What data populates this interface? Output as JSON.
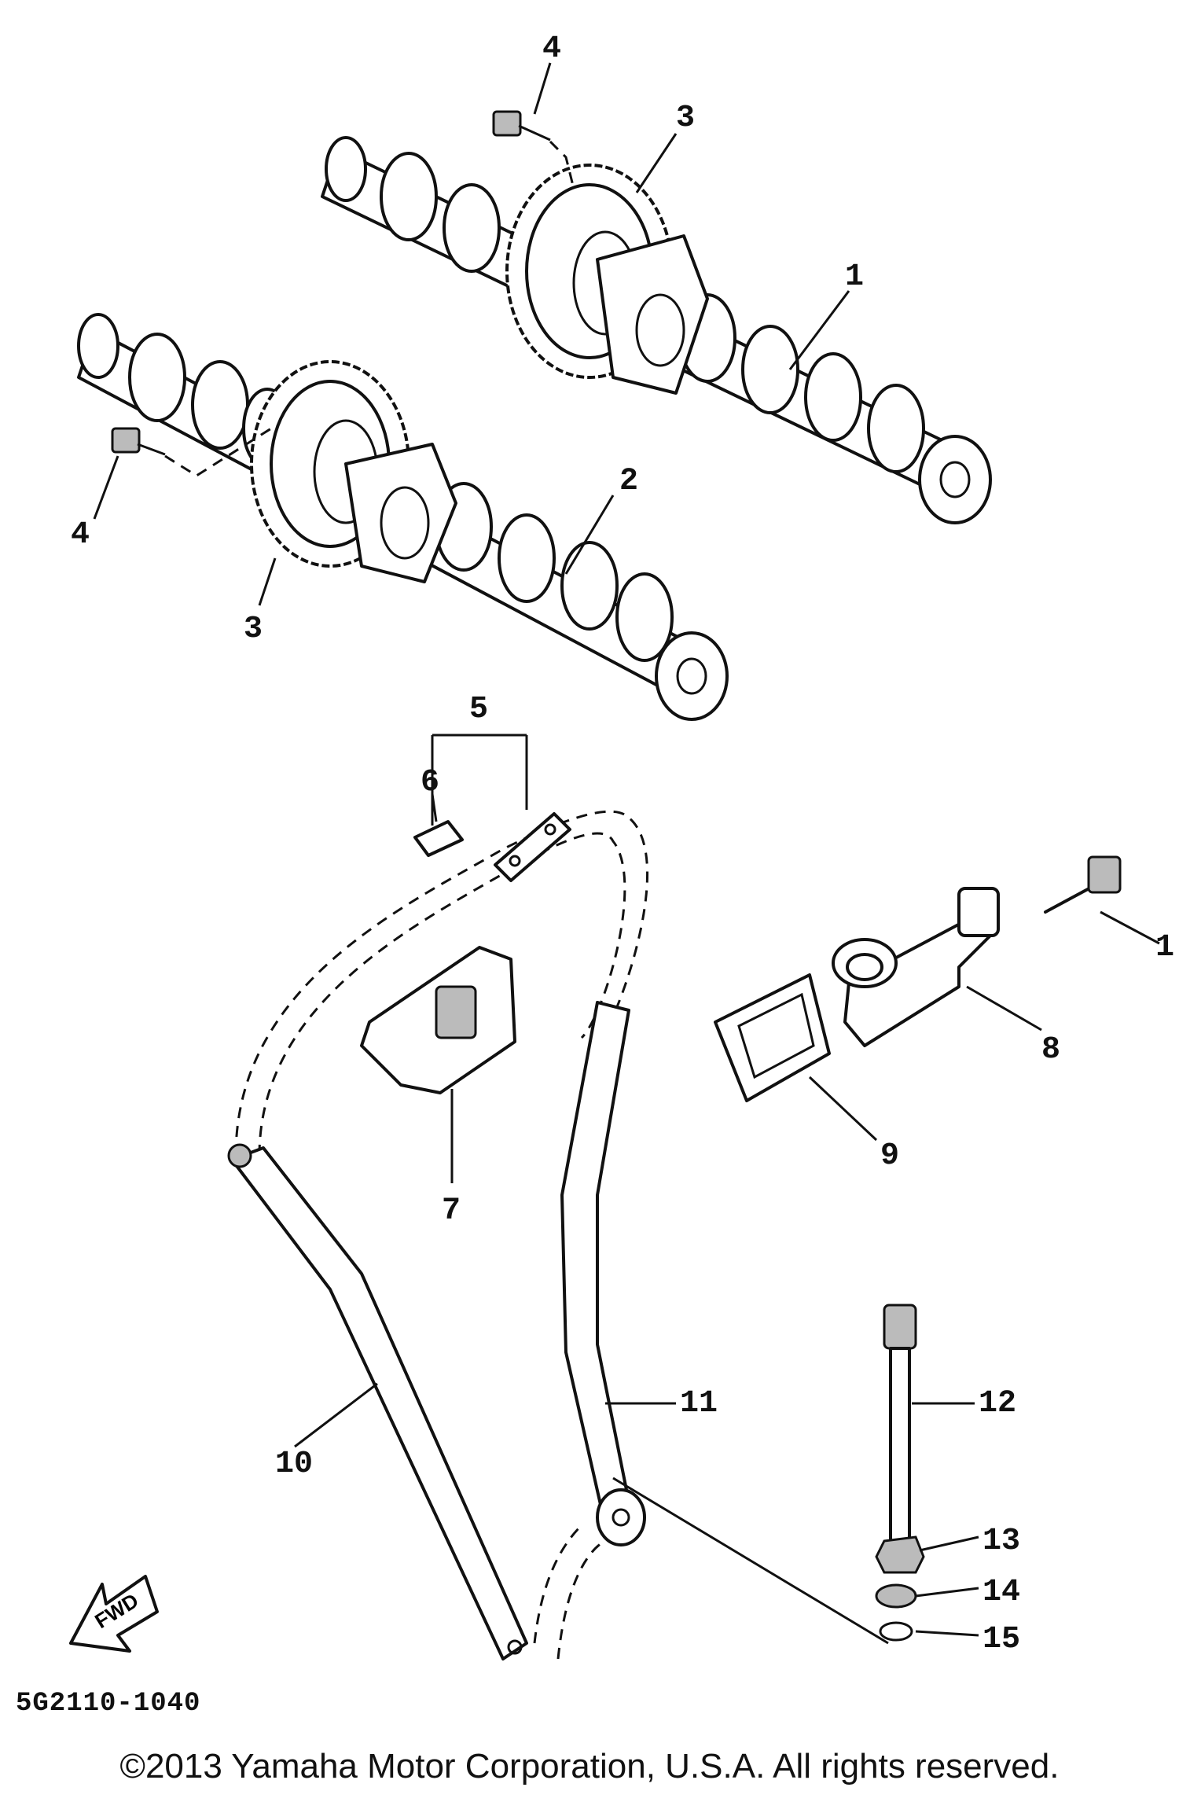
{
  "callouts": {
    "c1a": "1",
    "c1b": "1",
    "c2": "2",
    "c3a": "3",
    "c3b": "3",
    "c4a": "4",
    "c4b": "4",
    "c5": "5",
    "c6": "6",
    "c7": "7",
    "c8": "8",
    "c9": "9",
    "c10": "10",
    "c11": "11",
    "c12": "12",
    "c13": "13",
    "c14": "14",
    "c15": "15"
  },
  "fwd_label": "FWD",
  "code_label": "5G2110-1040",
  "copyright": "©2013 Yamaha Motor Corporation, U.S.A. All rights reserved."
}
